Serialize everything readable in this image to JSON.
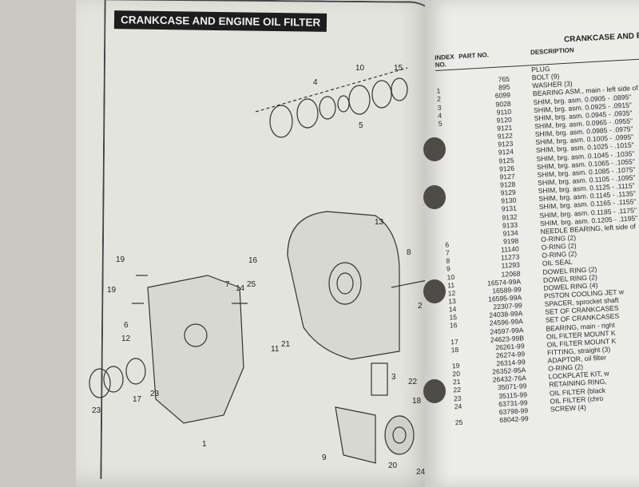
{
  "left_page": {
    "title": "CRANKCASE AND ENGINE OIL FILTER",
    "callouts": [
      "4",
      "10",
      "15",
      "5",
      "13",
      "8",
      "16",
      "19",
      "7",
      "14",
      "25",
      "2",
      "19",
      "6",
      "12",
      "11",
      "21",
      "3",
      "22",
      "18",
      "23",
      "17",
      "23",
      "1",
      "9",
      "20",
      "24"
    ]
  },
  "right_page": {
    "header": "CRANKCASE AND E",
    "columns": {
      "index": "INDEX NO.",
      "part": "PART NO.",
      "description": "DESCRIPTION"
    },
    "rows": [
      {
        "index": "",
        "part": "",
        "desc": "PLUG"
      },
      {
        "index": "",
        "part": "765",
        "desc": "BOLT (9)"
      },
      {
        "index": "1",
        "part": "895",
        "desc": "WASHER (3)"
      },
      {
        "index": "2",
        "part": "6099",
        "desc": "BEARING ASM., main - left side of cranksha"
      },
      {
        "index": "3",
        "part": "9028",
        "desc": "SHIM, brg. asm. 0.0905 - .0895\""
      },
      {
        "index": "4",
        "part": "9110",
        "desc": "SHIM, brg. asm. 0.0925 - .0915\""
      },
      {
        "index": "5",
        "part": "9120",
        "desc": "SHIM, brg. asm. 0.0945 - .0935\""
      },
      {
        "index": "",
        "part": "9121",
        "desc": "SHIM, brg. asm. 0.0965 - .0955\""
      },
      {
        "index": "",
        "part": "9122",
        "desc": "SHIM, brg. asm. 0.0985 - .0975\""
      },
      {
        "index": "",
        "part": "9123",
        "desc": "SHIM, brg. asm. 0.1005 - .0995\""
      },
      {
        "index": "",
        "part": "9124",
        "desc": "SHIM, brg. asm. 0.1025 - .1015\""
      },
      {
        "index": "",
        "part": "9125",
        "desc": "SHIM, brg. asm. 0.1045 - .1035\""
      },
      {
        "index": "",
        "part": "9126",
        "desc": "SHIM, brg. asm. 0.1065 - .1055\""
      },
      {
        "index": "",
        "part": "9127",
        "desc": "SHIM, brg. asm. 0.1085 - .1075\""
      },
      {
        "index": "",
        "part": "9128",
        "desc": "SHIM, brg. asm. 0.1105 - .1095\""
      },
      {
        "index": "",
        "part": "9129",
        "desc": "SHIM, brg. asm. 0.1125 - .1115\""
      },
      {
        "index": "",
        "part": "9130",
        "desc": "SHIM, brg. asm. 0.1145 - .1135\""
      },
      {
        "index": "",
        "part": "9131",
        "desc": "SHIM, brg. asm. 0.1165 - .1155\""
      },
      {
        "index": "",
        "part": "9132",
        "desc": "SHIM, brg. asm. 0.1185 - .1175\""
      },
      {
        "index": "",
        "part": "9133",
        "desc": "SHIM, brg. asm. 0.1205 - .1195\""
      },
      {
        "index": "",
        "part": "9134",
        "desc": "NEEDLE BEARING, left side of"
      },
      {
        "index": "6",
        "part": "9198",
        "desc": "O-RING (2)"
      },
      {
        "index": "7",
        "part": "11140",
        "desc": "O-RING (2)"
      },
      {
        "index": "8",
        "part": "11273",
        "desc": "O-RING (2)"
      },
      {
        "index": "9",
        "part": "11293",
        "desc": "OIL SEAL"
      },
      {
        "index": "10",
        "part": "12068",
        "desc": "DOWEL RING (2)"
      },
      {
        "index": "11",
        "part": "16574-99A",
        "desc": "DOWEL RING (2)"
      },
      {
        "index": "12",
        "part": "16589-99",
        "desc": "DOWEL RING (4)"
      },
      {
        "index": "13",
        "part": "16595-99A",
        "desc": "PISTON COOLING JET w"
      },
      {
        "index": "14",
        "part": "22307-99",
        "desc": "SPACER, sprocket shaft"
      },
      {
        "index": "15",
        "part": "24038-99A",
        "desc": "SET OF CRANKCASES"
      },
      {
        "index": "16",
        "part": "24596-99A",
        "desc": "SET OF CRANKCASES"
      },
      {
        "index": "",
        "part": "24597-99A",
        "desc": "BEARING, main - right"
      },
      {
        "index": "17",
        "part": "24623-99B",
        "desc": "OIL FILTER MOUNT K"
      },
      {
        "index": "18",
        "part": "26261-99",
        "desc": "OIL FILTER MOUNT K"
      },
      {
        "index": "",
        "part": "26274-99",
        "desc": "FITTING, straight (3)"
      },
      {
        "index": "19",
        "part": "26314-99",
        "desc": "ADAPTOR, oil filter"
      },
      {
        "index": "20",
        "part": "26352-95A",
        "desc": "O-RING (2)"
      },
      {
        "index": "21",
        "part": "26432-76A",
        "desc": "LOCKPLATE KIT, w"
      },
      {
        "index": "22",
        "part": "35071-99",
        "desc": "RETAINING RING,"
      },
      {
        "index": "23",
        "part": "35115-99",
        "desc": "OIL FILTER (black"
      },
      {
        "index": "24",
        "part": "63731-99",
        "desc": "OIL FILTER (chro"
      },
      {
        "index": "",
        "part": "63798-99",
        "desc": "SCREW (4)"
      },
      {
        "index": "25",
        "part": "68042-99",
        "desc": ""
      }
    ]
  }
}
